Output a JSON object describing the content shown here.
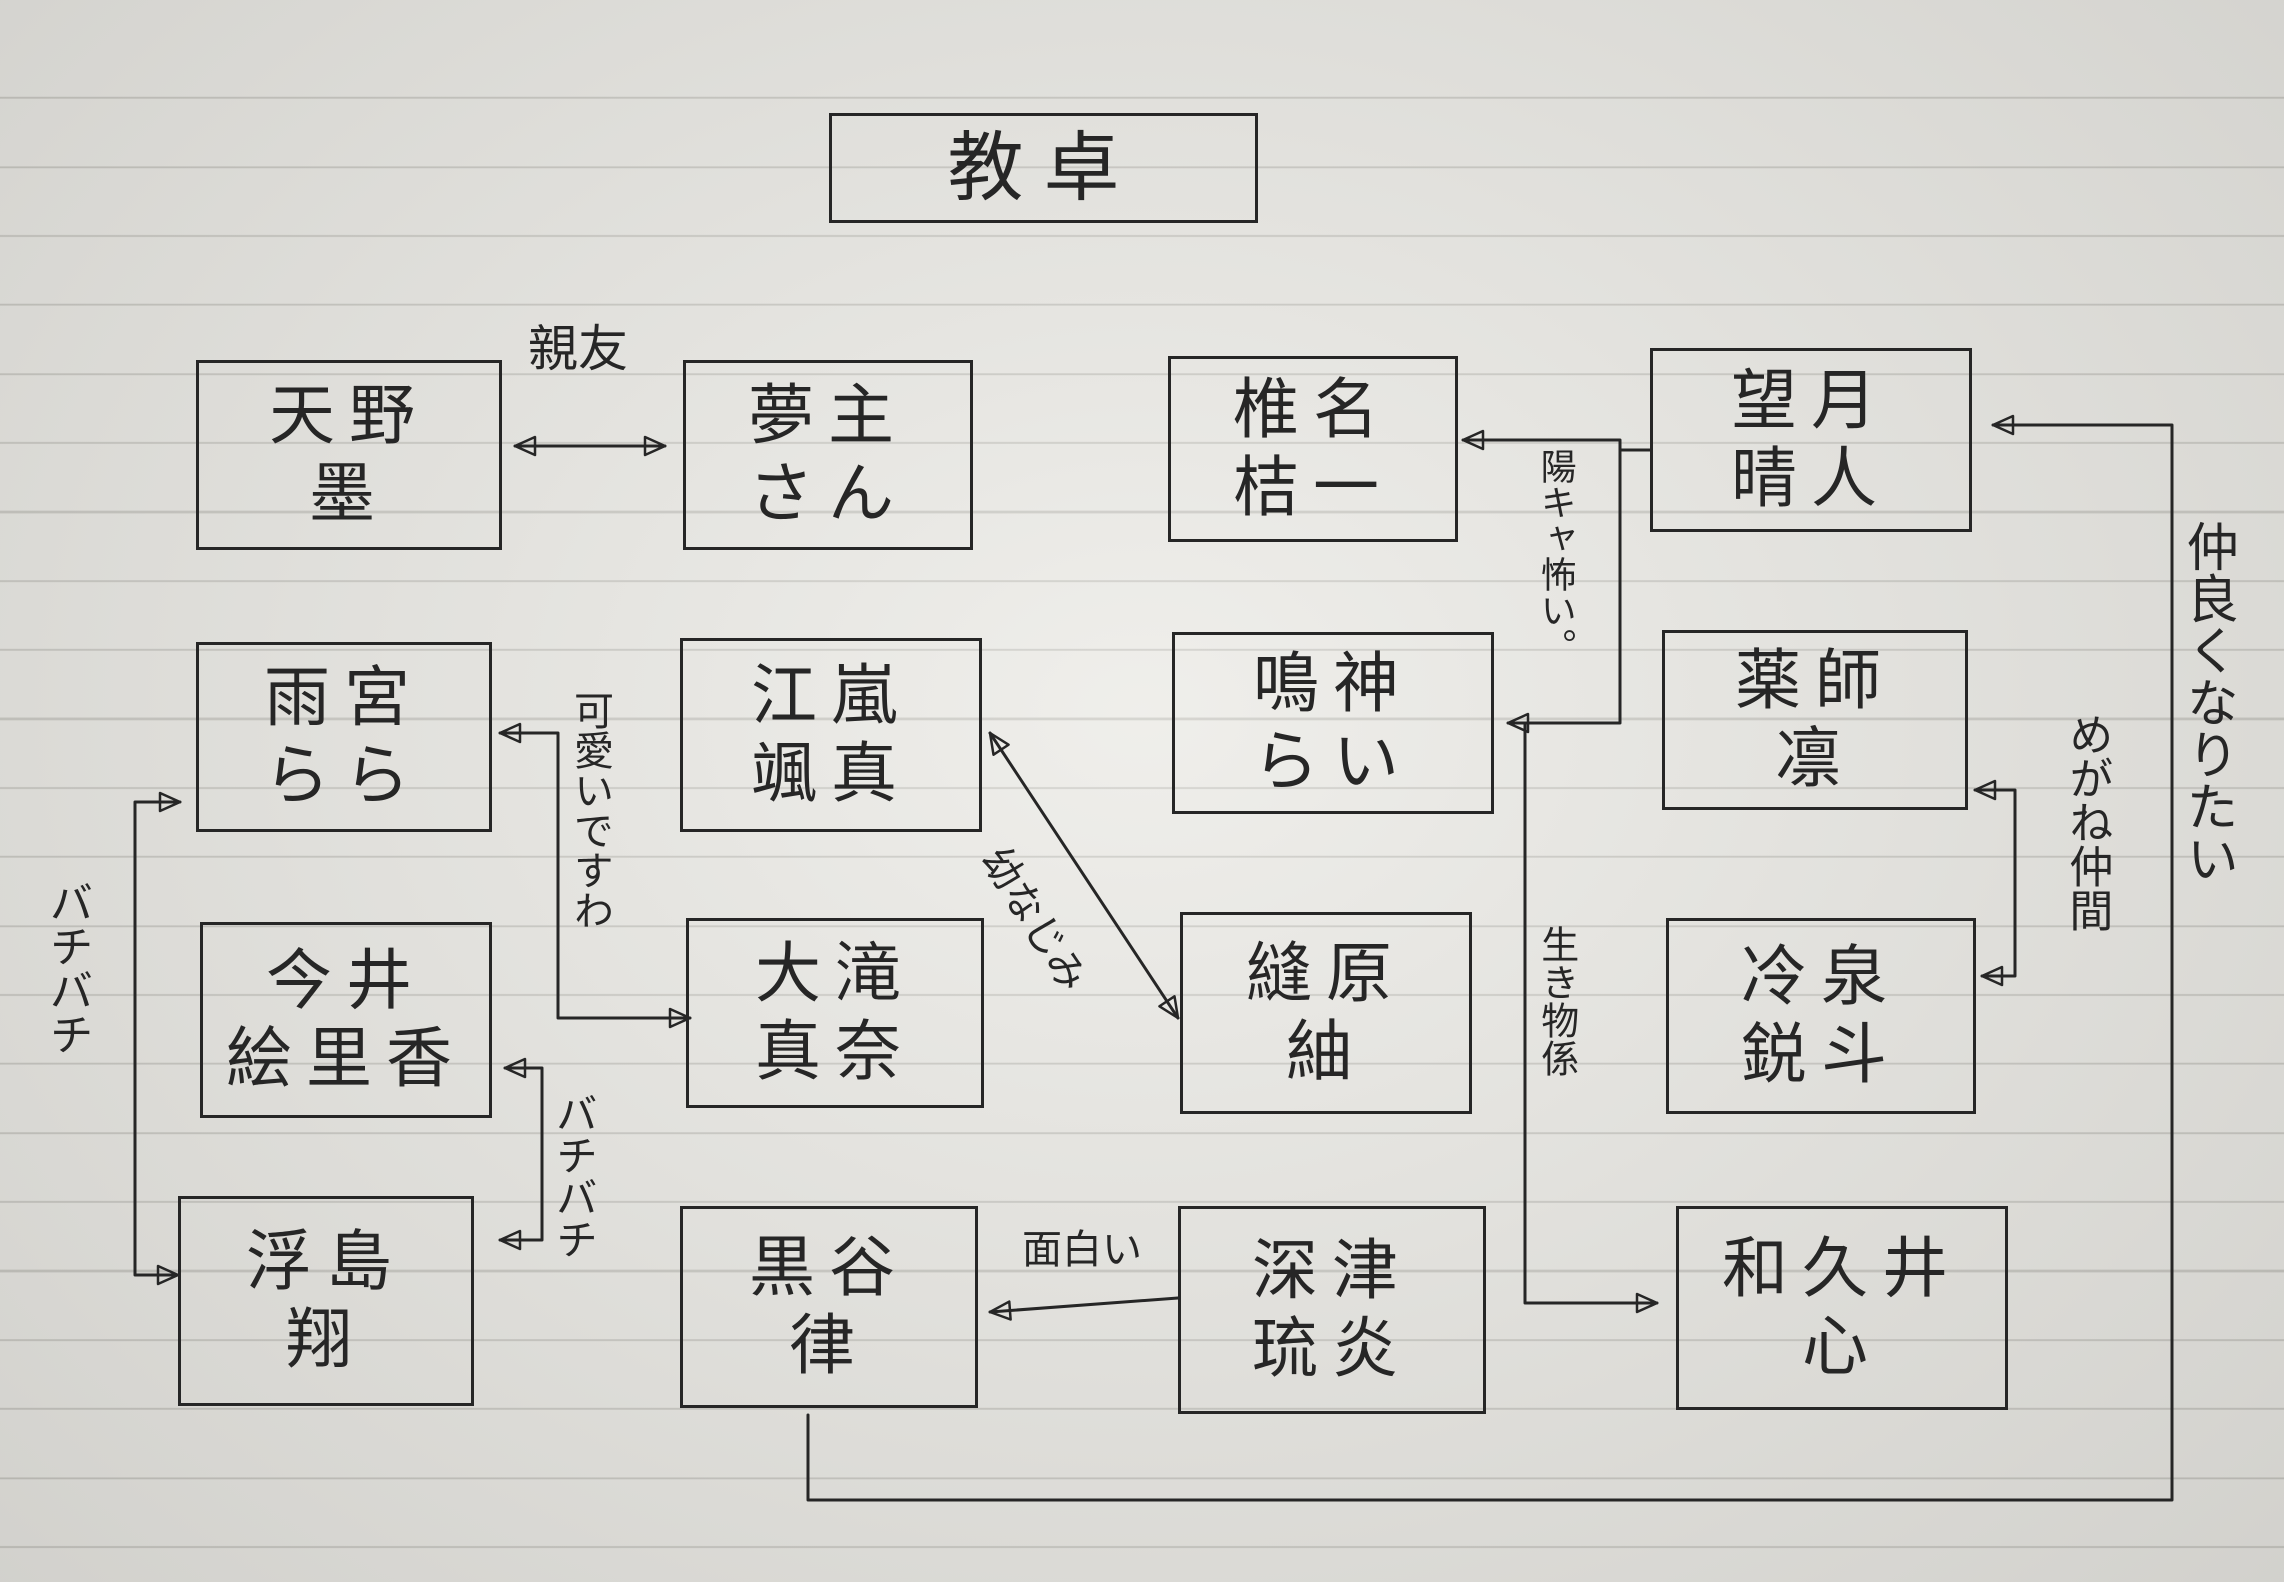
{
  "teacher_desk": "教卓",
  "seats": [
    {
      "line1": "天野",
      "line2": "墨"
    },
    {
      "line1": "夢主",
      "line2": "さん"
    },
    {
      "line1": "椎名",
      "line2": "桔一"
    },
    {
      "line1": "望月",
      "line2": "晴人"
    },
    {
      "line1": "雨宮",
      "line2": "らら"
    },
    {
      "line1": "江嵐",
      "line2": "颯真"
    },
    {
      "line1": "鳴神",
      "line2": "らい"
    },
    {
      "line1": "薬師",
      "line2": "凛"
    },
    {
      "line1": "今井",
      "line2": "絵里香"
    },
    {
      "line1": "大滝",
      "line2": "真奈"
    },
    {
      "line1": "縫原",
      "line2": "紬"
    },
    {
      "line1": "冷泉",
      "line2": "鋭斗"
    },
    {
      "line1": "浮島",
      "line2": "翔"
    },
    {
      "line1": "黒谷",
      "line2": "律"
    },
    {
      "line1": "深津",
      "line2": "琉炎"
    },
    {
      "line1": "和久井",
      "line2": "心"
    }
  ],
  "relations": {
    "amano_yumenushi": "親友",
    "amamiya_ukishima": "バチバチ",
    "imai_ukishima": "バチバチ",
    "amamiya_otaki": "可愛いですわ",
    "arashi_nuihara": "幼なじみ",
    "mochizuki_shiina_narukami": "陽キャ怖い。",
    "narukami_wakui": "生き物係",
    "yakushi_reizei": "めがね仲間",
    "kurotani_mochizuki": "仲良くなりたい",
    "fukatsu_kurotani": "面白い"
  }
}
